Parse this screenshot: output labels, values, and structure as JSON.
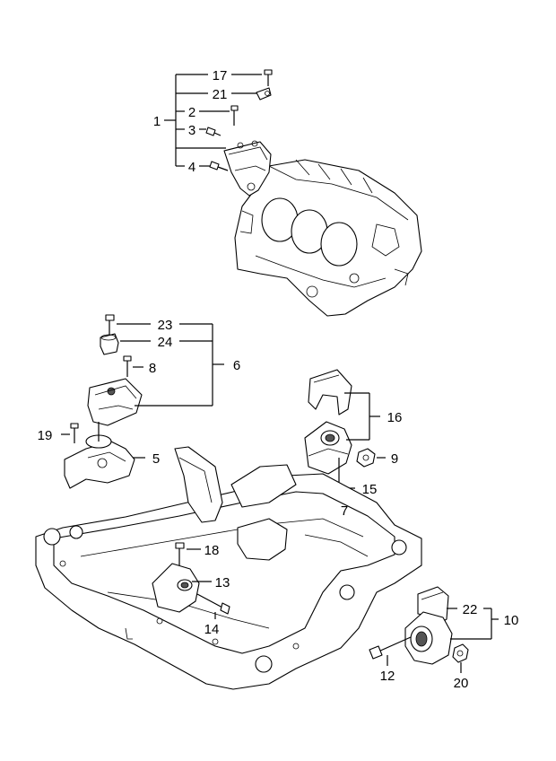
{
  "callouts": {
    "c1": "1",
    "c2": "2",
    "c3": "3",
    "c4": "4",
    "c5": "5",
    "c6": "6",
    "c7": "7",
    "c8": "8",
    "c9": "9",
    "c10": "10",
    "c12": "12",
    "c13": "13",
    "c14": "14",
    "c15": "15",
    "c16": "16",
    "c17": "17",
    "c18": "18",
    "c19": "19",
    "c20": "20",
    "c21": "21",
    "c22": "22",
    "c23": "23",
    "c24": "24"
  }
}
